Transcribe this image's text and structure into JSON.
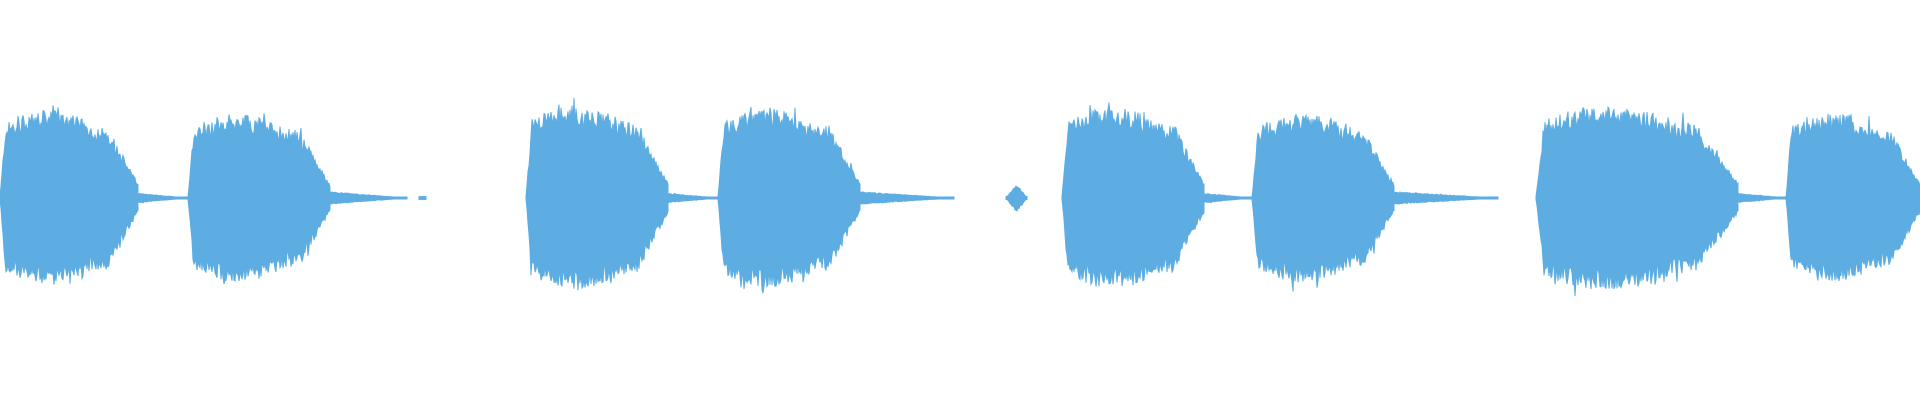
{
  "waveform": {
    "color": "#5dade2",
    "background": "#ffffff",
    "amplitude_scale": "linear",
    "segments": [
      {
        "kind": "burst",
        "start": 0.0,
        "end": 0.072,
        "peak": 0.55
      },
      {
        "kind": "tail",
        "start": 0.072,
        "end": 0.098,
        "peak": 0.03
      },
      {
        "kind": "burst",
        "start": 0.098,
        "end": 0.172,
        "peak": 0.53
      },
      {
        "kind": "tail",
        "start": 0.172,
        "end": 0.212,
        "peak": 0.04
      },
      {
        "kind": "tick",
        "start": 0.218,
        "end": 0.222,
        "peak": 0.01
      },
      {
        "kind": "burst",
        "start": 0.274,
        "end": 0.348,
        "peak": 0.58
      },
      {
        "kind": "tail",
        "start": 0.348,
        "end": 0.374,
        "peak": 0.03
      },
      {
        "kind": "burst",
        "start": 0.374,
        "end": 0.448,
        "peak": 0.56
      },
      {
        "kind": "tail",
        "start": 0.448,
        "end": 0.497,
        "peak": 0.04
      },
      {
        "kind": "blip",
        "start": 0.524,
        "end": 0.535,
        "peak": 0.09
      },
      {
        "kind": "burst",
        "start": 0.553,
        "end": 0.627,
        "peak": 0.57
      },
      {
        "kind": "tail",
        "start": 0.627,
        "end": 0.652,
        "peak": 0.03
      },
      {
        "kind": "burst",
        "start": 0.652,
        "end": 0.726,
        "peak": 0.53
      },
      {
        "kind": "tail",
        "start": 0.726,
        "end": 0.78,
        "peak": 0.04
      },
      {
        "kind": "burst",
        "start": 0.8,
        "end": 0.905,
        "peak": 0.58
      },
      {
        "kind": "tail",
        "start": 0.905,
        "end": 0.93,
        "peak": 0.03
      },
      {
        "kind": "burst",
        "start": 0.93,
        "end": 1.0,
        "peak": 0.53
      }
    ]
  }
}
